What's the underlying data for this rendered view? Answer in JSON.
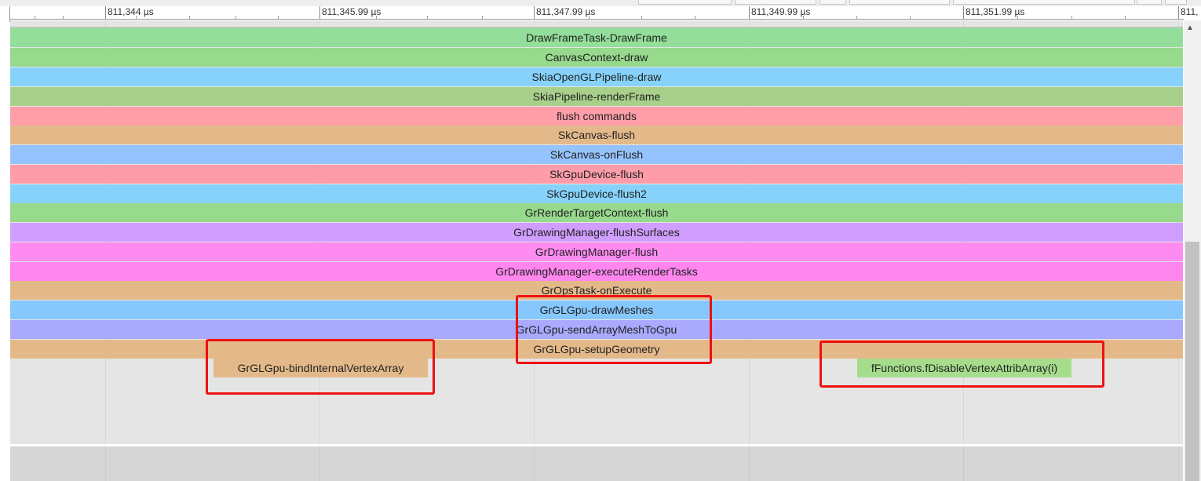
{
  "ruler": {
    "ticks": [
      "811,344 µs",
      "811,345.99 µs",
      "811,347.99 µs",
      "811,349.99 µs",
      "811,351.99 µs",
      "811,"
    ]
  },
  "slices": [
    {
      "label": "DrawFrameTask-DrawFrame",
      "color": "#93de9a"
    },
    {
      "label": "CanvasContext-draw",
      "color": "#97d98d"
    },
    {
      "label": "SkiaOpenGLPipeline-draw",
      "color": "#86d2fb"
    },
    {
      "label": "SkiaPipeline-renderFrame",
      "color": "#a8d08b"
    },
    {
      "label": "flush commands",
      "color": "#fe9ea9"
    },
    {
      "label": "SkCanvas-flush",
      "color": "#e4b98a"
    },
    {
      "label": "SkCanvas-onFlush",
      "color": "#95c3ff"
    },
    {
      "label": "SkGpuDevice-flush",
      "color": "#fe9ca9"
    },
    {
      "label": "SkGpuDevice-flush2",
      "color": "#86d2fb"
    },
    {
      "label": "GrRenderTargetContext-flush",
      "color": "#97d98d"
    },
    {
      "label": "GrDrawingManager-flushSurfaces",
      "color": "#d09efe"
    },
    {
      "label": "GrDrawingManager-flush",
      "color": "#fe8bf1"
    },
    {
      "label": "GrDrawingManager-executeRenderTasks",
      "color": "#fe86ee"
    },
    {
      "label": "GrOpsTask-onExecute",
      "color": "#e4b98a"
    },
    {
      "label": "GrGLGpu-drawMeshes",
      "color": "#86c7fe"
    },
    {
      "label": "GrGLGpu-sendArrayMeshToGpu",
      "color": "#a9a9fe"
    },
    {
      "label": "GrGLGpu-setupGeometry",
      "color": "#e4b98a"
    },
    {
      "label": "GrGLGpu-bindInternalVertexArray",
      "color": "#e4b98a"
    },
    {
      "label": "fFunctions.fDisableVertexAttribArray(i)",
      "color": "#a6dd8c"
    }
  ],
  "highlight_color": "#ee1111"
}
